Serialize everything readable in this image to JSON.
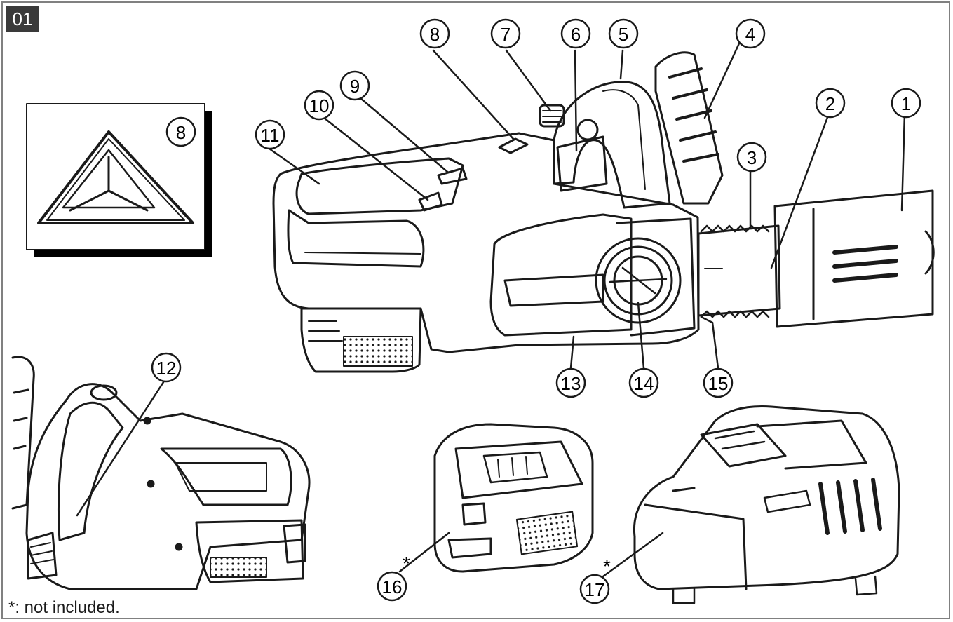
{
  "figure_number": "01",
  "footnote": "*: not included.",
  "not_included_marker": "*",
  "callouts": {
    "c1": "1",
    "c2": "2",
    "c3": "3",
    "c4": "4",
    "c5": "5",
    "c6": "6",
    "c7": "7",
    "c8": "8",
    "c8_inset": "8",
    "c9": "9",
    "c10": "10",
    "c11": "11",
    "c12": "12",
    "c13": "13",
    "c14": "14",
    "c15": "15",
    "c16": "16",
    "c17": "17"
  },
  "colors": {
    "line": "#1a1a1a",
    "frame": "#808080",
    "badge": "#3a3a3a",
    "shadow": "#000000"
  }
}
